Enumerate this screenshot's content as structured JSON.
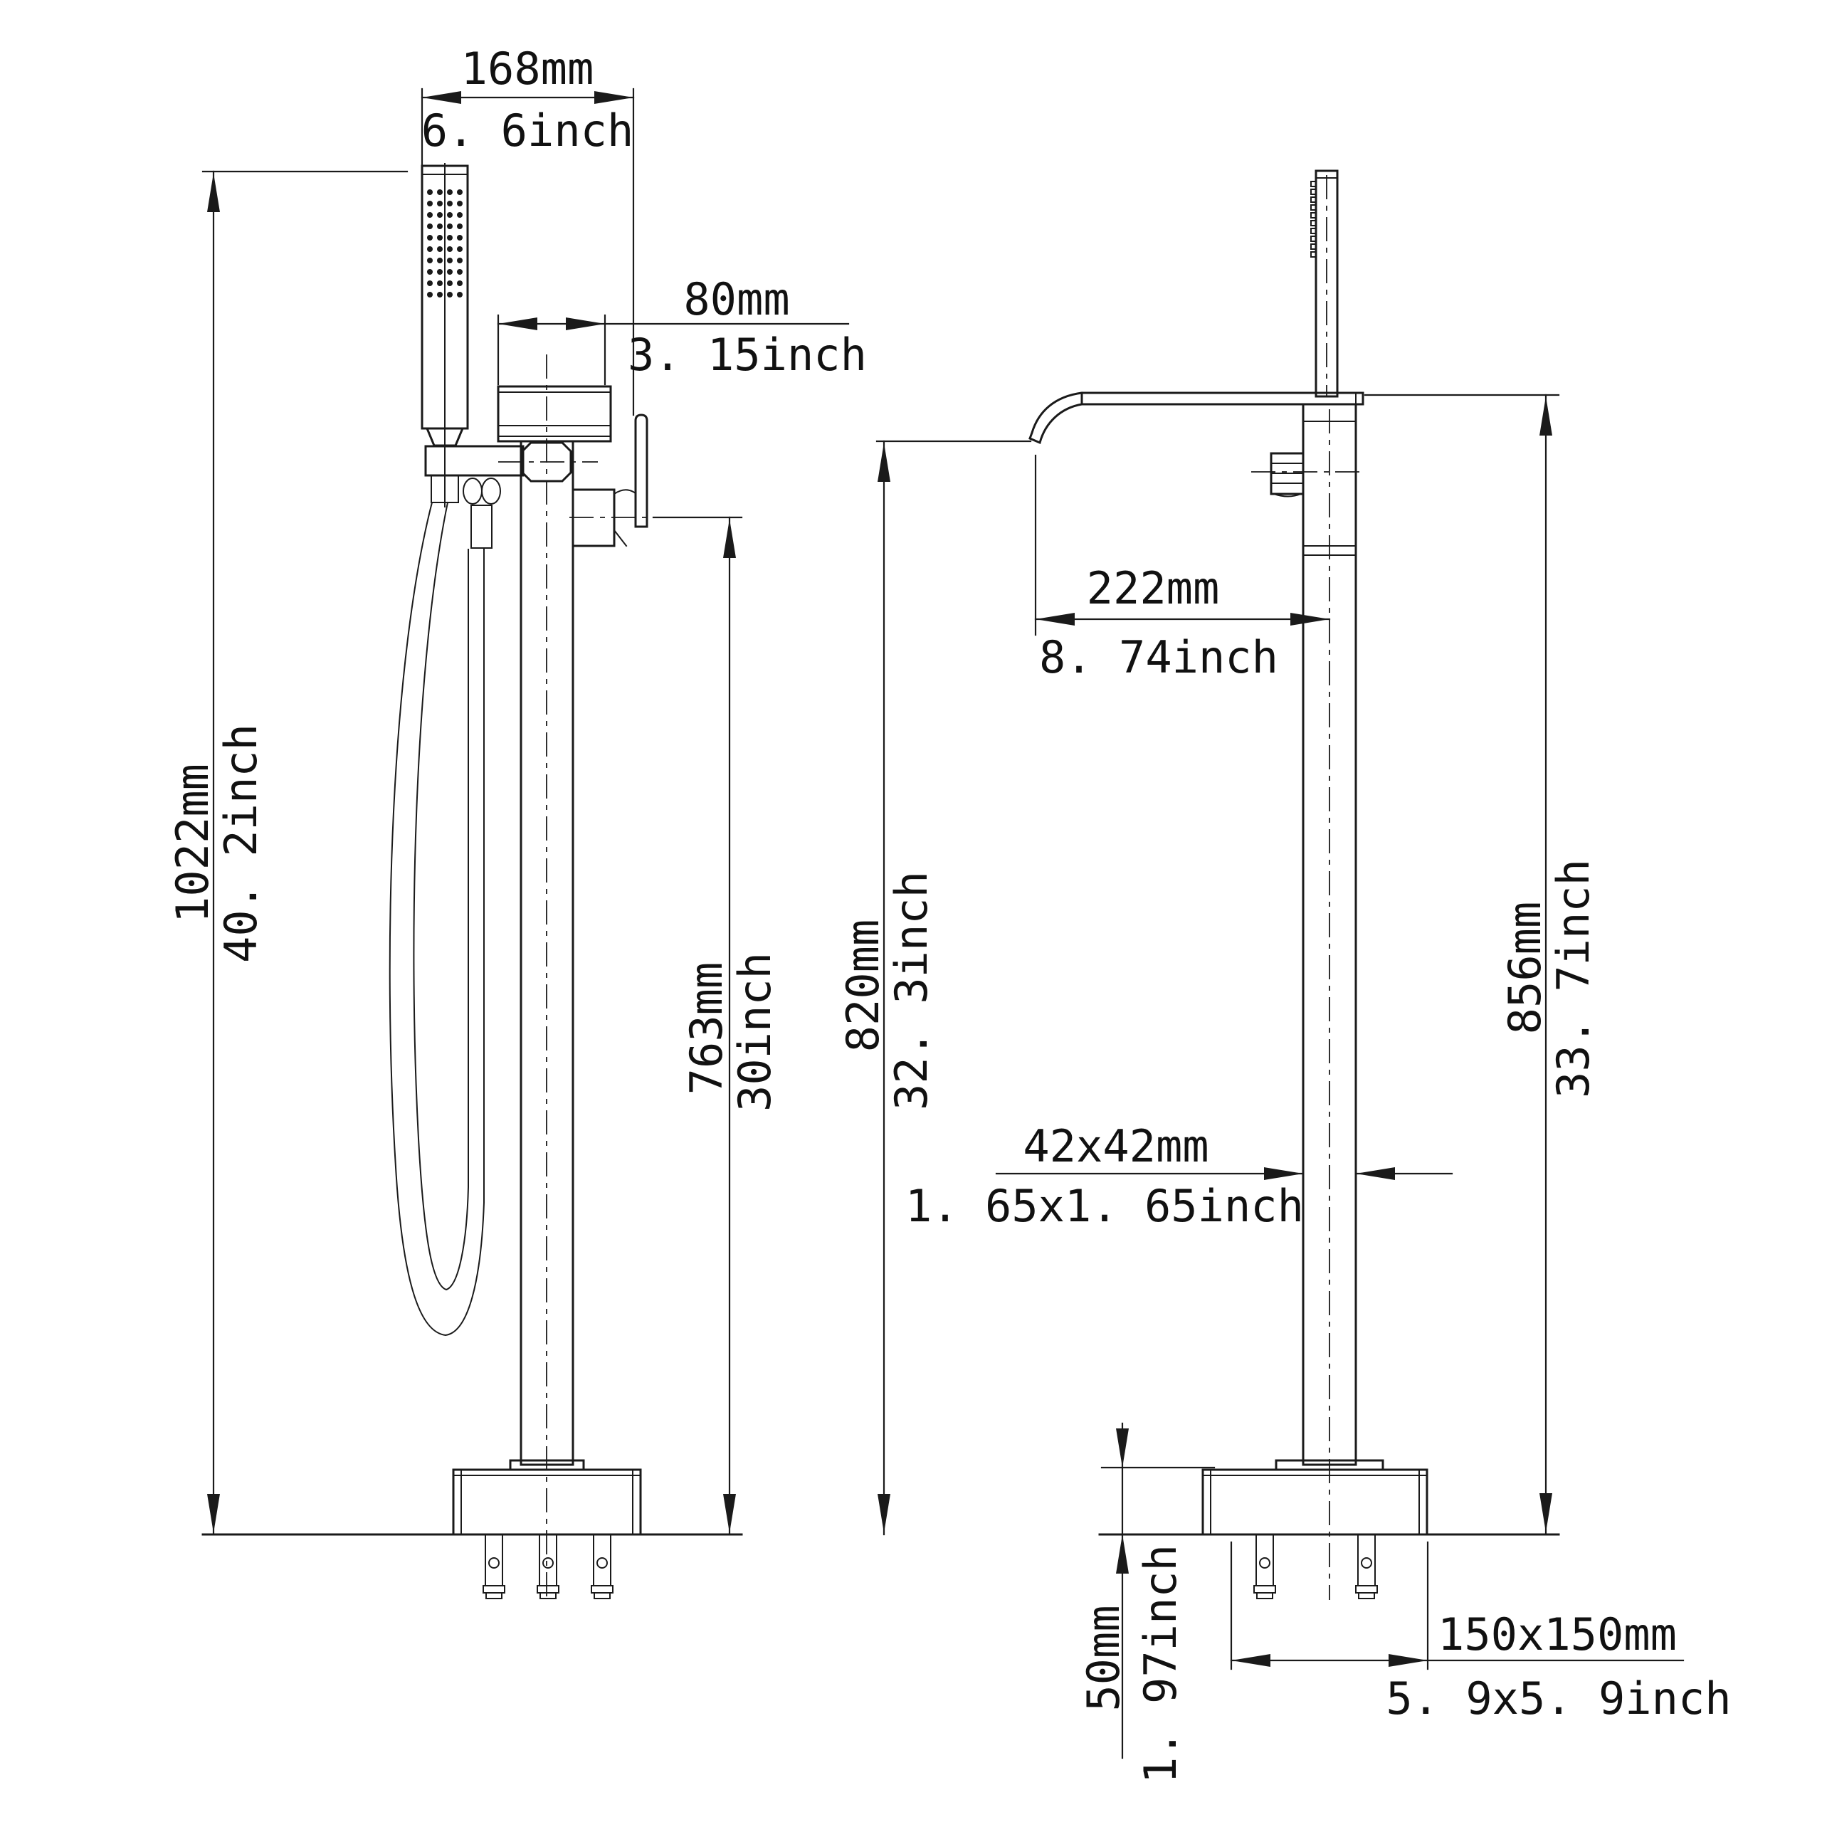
{
  "drawing": {
    "background_color": "#ffffff",
    "line_color": "#1a1a1a",
    "dims": {
      "left_view": {
        "handshower_span": {
          "mm": "168mm",
          "inch": "6. 6inch"
        },
        "spout_body_width": {
          "mm": "80mm",
          "inch": "3. 15inch"
        },
        "overall_height": {
          "mm": "1022mm",
          "inch": "40. 2inch"
        },
        "handle_height": {
          "mm": "763mm",
          "inch": "30inch"
        }
      },
      "right_view": {
        "spout_reach": {
          "mm": "222mm",
          "inch": "8. 74inch"
        },
        "outlet_height": {
          "mm": "820mm",
          "inch": "32. 3inch"
        },
        "top_height": {
          "mm": "856mm",
          "inch": "33. 7inch"
        },
        "column_section": {
          "mm": "42x42mm",
          "inch": "1. 65x1. 65inch"
        },
        "base_height": {
          "mm": "50mm",
          "inch": "1. 97inch"
        },
        "base_footprint": {
          "mm": "150x150mm",
          "inch": "5. 9x5. 9inch"
        }
      }
    }
  }
}
